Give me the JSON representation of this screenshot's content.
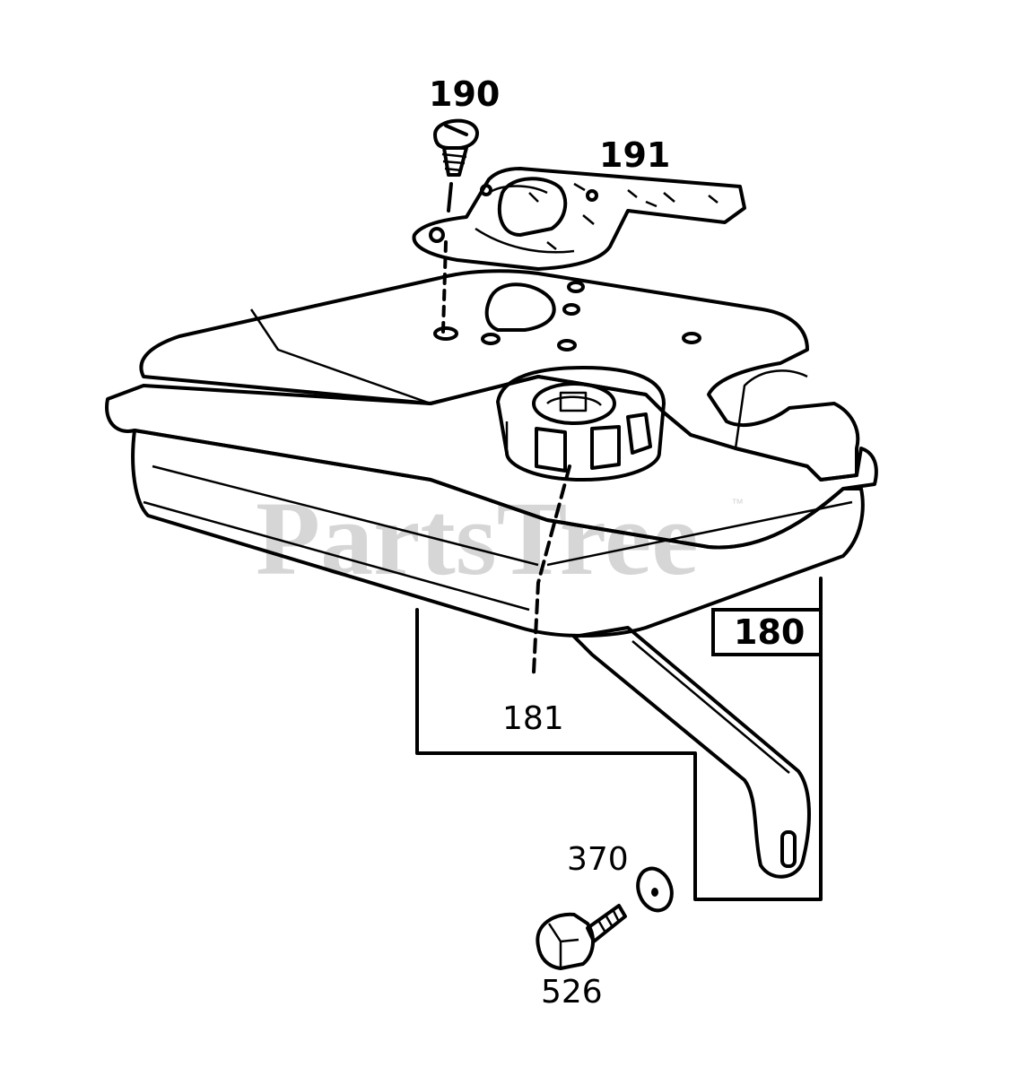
{
  "watermark": {
    "text": "PartsTree",
    "trademark": "™"
  },
  "part_labels": {
    "p190": "190",
    "p191": "191",
    "p180": "180",
    "p181": "181",
    "p370": "370",
    "p526": "526"
  },
  "icons": [
    "screw-icon",
    "gasket-icon",
    "fuel-tank-icon",
    "fuel-cap-icon",
    "tank-bracket-icon",
    "washer-icon",
    "bolt-icon"
  ]
}
